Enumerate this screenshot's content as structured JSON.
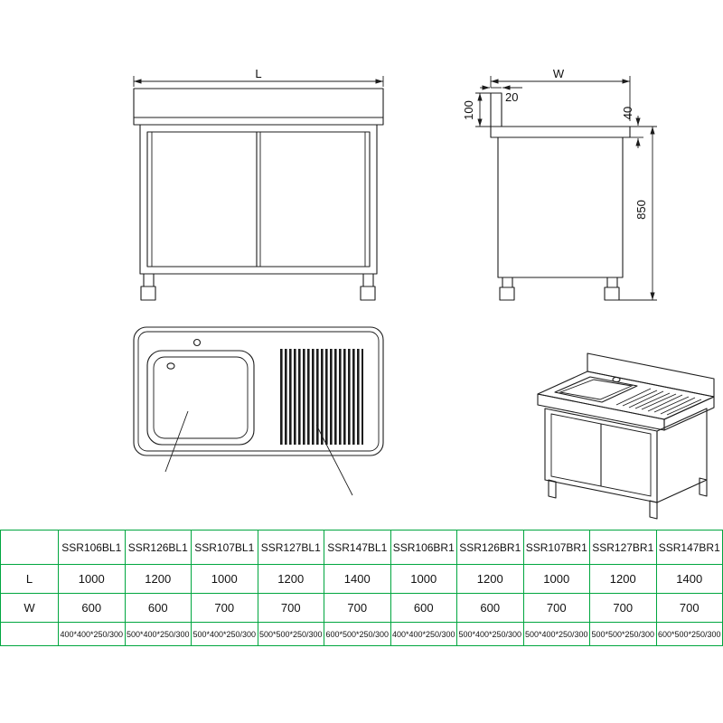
{
  "colors": {
    "drawing_line": "#1c1c1c",
    "table_border": "#00a63f",
    "text": "#111111"
  },
  "dimensions": {
    "length_label": "L",
    "width_label": "W",
    "backsplash_thickness": "20",
    "backsplash_height": "100",
    "worktop_thickness": "40",
    "overall_height": "850"
  },
  "table": {
    "corner_label": "",
    "length_row_label": "L",
    "width_row_label": "W",
    "models": [
      "SSR106BL1",
      "SSR126BL1",
      "SSR107BL1",
      "SSR127BL1",
      "SSR147BL1",
      "SSR106BR1",
      "SSR126BR1",
      "SSR107BR1",
      "SSR127BR1",
      "SSR147BR1"
    ],
    "length_values": [
      "1000",
      "1200",
      "1000",
      "1200",
      "1400",
      "1000",
      "1200",
      "1000",
      "1200",
      "1400"
    ],
    "width_values": [
      "600",
      "600",
      "700",
      "700",
      "700",
      "600",
      "600",
      "700",
      "700",
      "700"
    ],
    "bowl_values": [
      "400*400*250/300",
      "500*400*250/300",
      "500*400*250/300",
      "500*500*250/300",
      "600*500*250/300",
      "400*400*250/300",
      "500*400*250/300",
      "500*400*250/300",
      "500*500*250/300",
      "600*500*250/300"
    ]
  }
}
